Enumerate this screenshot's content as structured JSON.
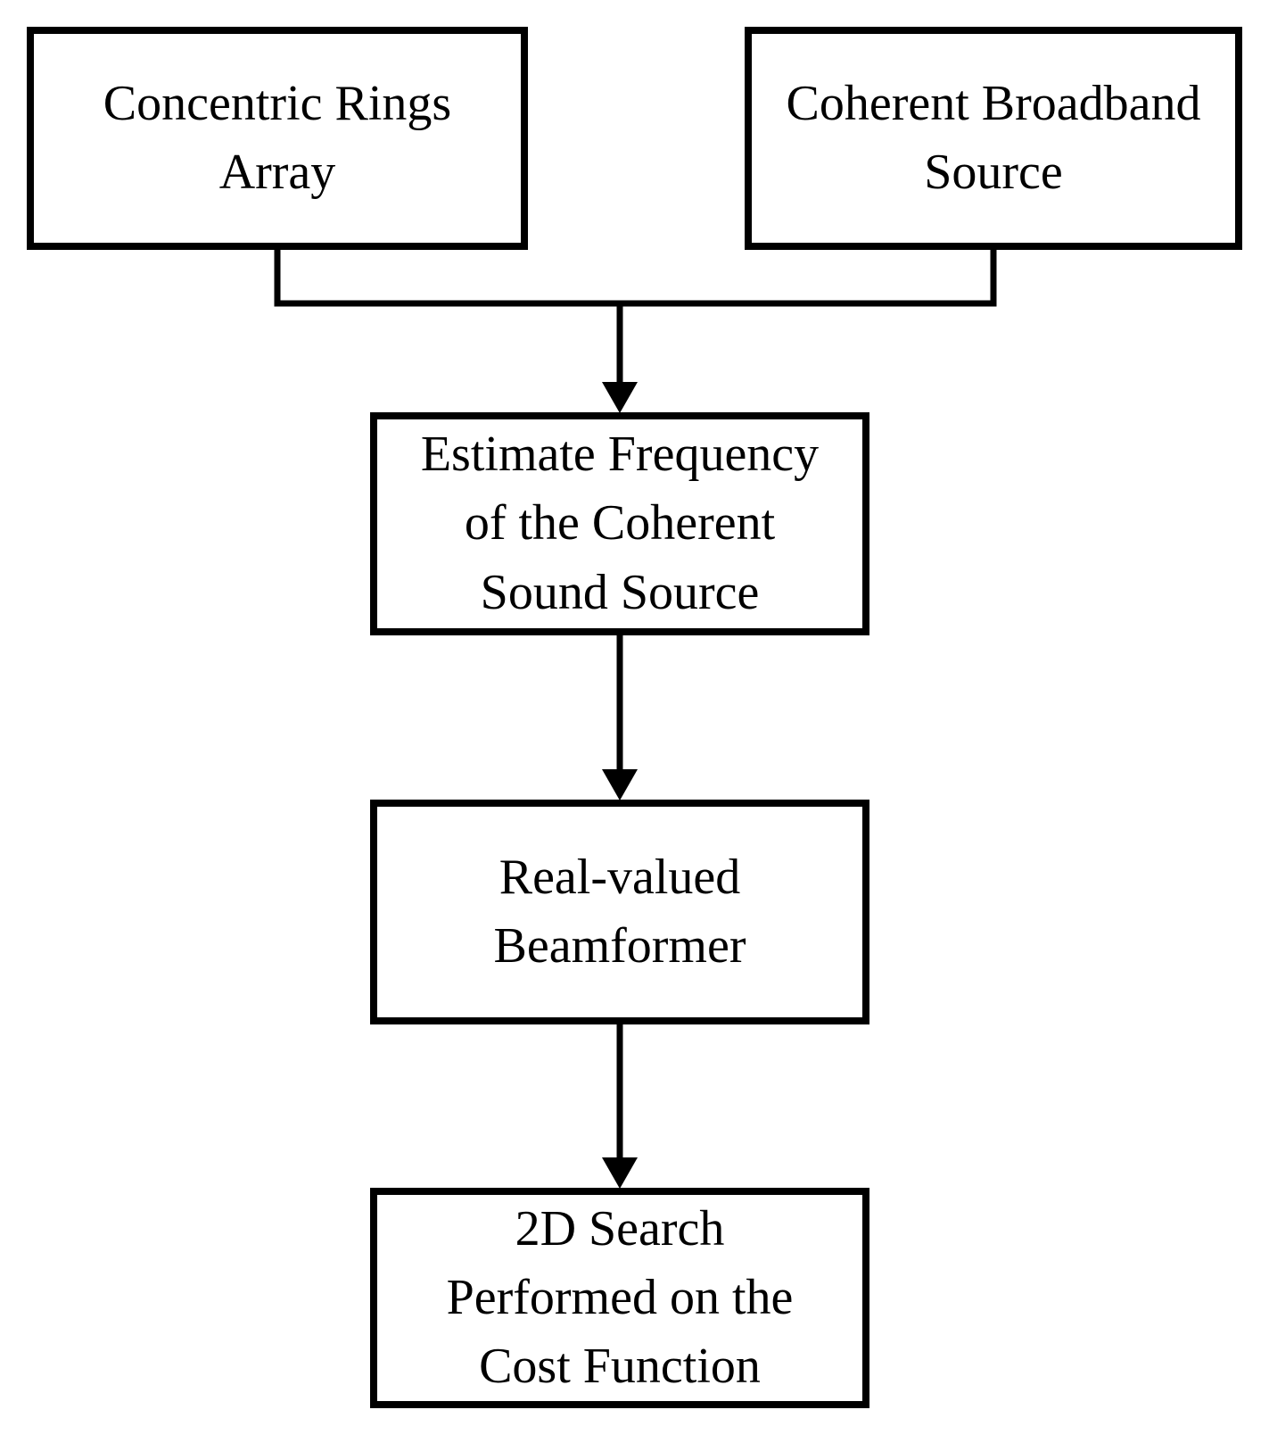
{
  "diagram": {
    "title": "Beamforming processing flowchart",
    "colors": {
      "background": "#ffffff",
      "line": "#000000",
      "text": "#000000"
    },
    "nodes": [
      {
        "id": "concentric-rings-array",
        "label": "Concentric Rings\nArray"
      },
      {
        "id": "coherent-broadband-source",
        "label": "Coherent Broadband\nSource"
      },
      {
        "id": "estimate-frequency",
        "label": "Estimate Frequency\nof the Coherent\nSound Source"
      },
      {
        "id": "real-valued-beamformer",
        "label": "Real-valued\nBeamformer"
      },
      {
        "id": "2d-search-cost-function",
        "label": "2D Search\nPerformed on the\nCost Function"
      }
    ],
    "edges": [
      {
        "from": "concentric-rings-array",
        "to": "estimate-frequency",
        "type": "merge-arrow"
      },
      {
        "from": "coherent-broadband-source",
        "to": "estimate-frequency",
        "type": "merge-arrow"
      },
      {
        "from": "estimate-frequency",
        "to": "real-valued-beamformer",
        "type": "arrow"
      },
      {
        "from": "real-valued-beamformer",
        "to": "2d-search-cost-function",
        "type": "arrow"
      }
    ]
  }
}
